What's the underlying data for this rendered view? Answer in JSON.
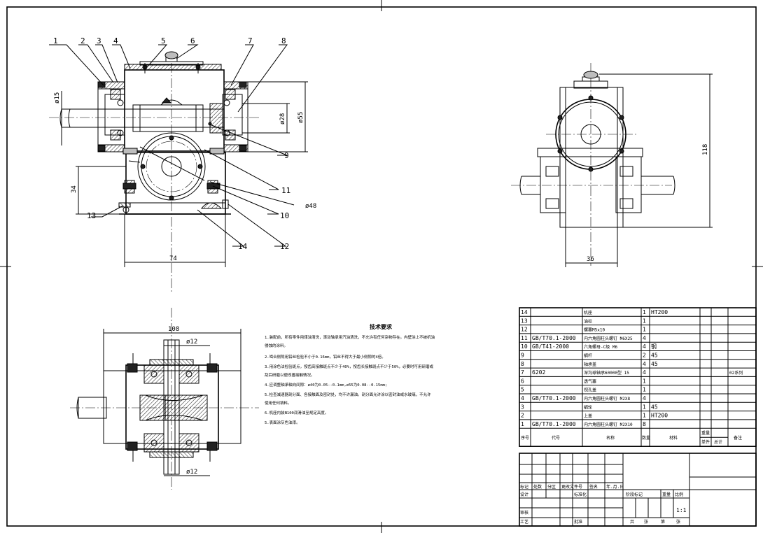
{
  "front_view": {
    "callouts": [
      "1",
      "2",
      "3",
      "4",
      "5",
      "6",
      "7",
      "8",
      "9",
      "10",
      "11",
      "12",
      "13",
      "14"
    ],
    "dims": {
      "d15": "ø15",
      "d28": "ø28",
      "d55": "ø55",
      "d48": "ø48",
      "h34": "34",
      "w74": "74"
    }
  },
  "side_view": {
    "dims": {
      "h118": "118",
      "w36": "36"
    }
  },
  "top_view": {
    "dims": {
      "w108": "108",
      "d12_top": "ø12",
      "d12_bot": "ø12"
    }
  },
  "tech_req": {
    "title": "技术要求",
    "lines": [
      "1.装配前，所有零件用煤油清洗，滚动轴承用汽油清洗，不允许有任何杂物存在。内壁涂上不被机油",
      "侵蚀的涂料。",
      "2.啮合侧隙用铅丝检验不小于0.16mm，铅丝不得大于最小侧隙的4倍。",
      "3.用涂色法检验斑点，按齿高接触斑点不少于40%，按齿长接触斑点不少于50%，必要时可用研磨或",
      "刮后研磨以便改善接触情况。",
      "4.应调整轴承轴向间隙：ø40为0.05--0.1mm,ø55为0.08--0.15mm;",
      "5.检查减速器剖分面、各接触面及密封处，均不许漏油。剖分面允许涂以密封油或水玻璃，不允许",
      "使用任何填料。",
      "6.机座内装N100润滑油至规定高度。",
      "5.表面涂灰色油漆。"
    ]
  },
  "bom": {
    "rows": [
      {
        "no": "14",
        "code": "",
        "name": "机座",
        "qty": "1",
        "mat": "HT200",
        "note": ""
      },
      {
        "no": "13",
        "code": "",
        "name": "油标",
        "qty": "1",
        "mat": "",
        "note": ""
      },
      {
        "no": "12",
        "code": "",
        "name": "螺塞M5x10",
        "qty": "1",
        "mat": "",
        "note": ""
      },
      {
        "no": "11",
        "code": "GB/T70.1-2000",
        "name": "内六角圆柱头螺钉 M6X25",
        "qty": "4",
        "mat": "",
        "note": ""
      },
      {
        "no": "10",
        "code": "GB/T41-2000",
        "name": "六角螺母-C级 M6",
        "qty": "4",
        "mat": "钢",
        "note": ""
      },
      {
        "no": "9",
        "code": "",
        "name": "蜗杆",
        "qty": "2",
        "mat": "45",
        "note": ""
      },
      {
        "no": "8",
        "code": "",
        "name": "轴承盖",
        "qty": "4",
        "mat": "45",
        "note": ""
      },
      {
        "no": "7",
        "code": "6202",
        "name": "深沟球轴承60000型 15",
        "qty": "4",
        "mat": "",
        "note": "02系列"
      },
      {
        "no": "6",
        "code": "",
        "name": "透气塞",
        "qty": "1",
        "mat": "",
        "note": ""
      },
      {
        "no": "5",
        "code": "",
        "name": "视孔盖",
        "qty": "1",
        "mat": "",
        "note": ""
      },
      {
        "no": "4",
        "code": "GB/T70.1-2000",
        "name": "内六角圆柱头螺钉 M2X8",
        "qty": "4",
        "mat": "",
        "note": ""
      },
      {
        "no": "3",
        "code": "",
        "name": "蜗轮",
        "qty": "1",
        "mat": "45",
        "note": ""
      },
      {
        "no": "2",
        "code": "",
        "name": "上盖",
        "qty": "1",
        "mat": "HT200",
        "note": ""
      },
      {
        "no": "1",
        "code": "GB/T70.1-2000",
        "name": "内六角圆柱头螺钉 M2X10",
        "qty": "8",
        "mat": "",
        "note": ""
      }
    ],
    "header": {
      "no": "序号",
      "code": "代号",
      "name": "名称",
      "qty": "数量",
      "mat": "材料",
      "single": "单件",
      "total": "总计",
      "weight": "重量",
      "note": "备注"
    }
  },
  "title_block": {
    "labels": [
      "标记",
      "处数",
      "分区",
      "更改文件号",
      "签名",
      "年.月.日",
      "设计",
      "标准化",
      "阶段标记",
      "重量",
      "比例",
      "审核",
      "工艺",
      "批准",
      "共",
      "张",
      "第",
      "张"
    ],
    "scale": "1:1"
  }
}
